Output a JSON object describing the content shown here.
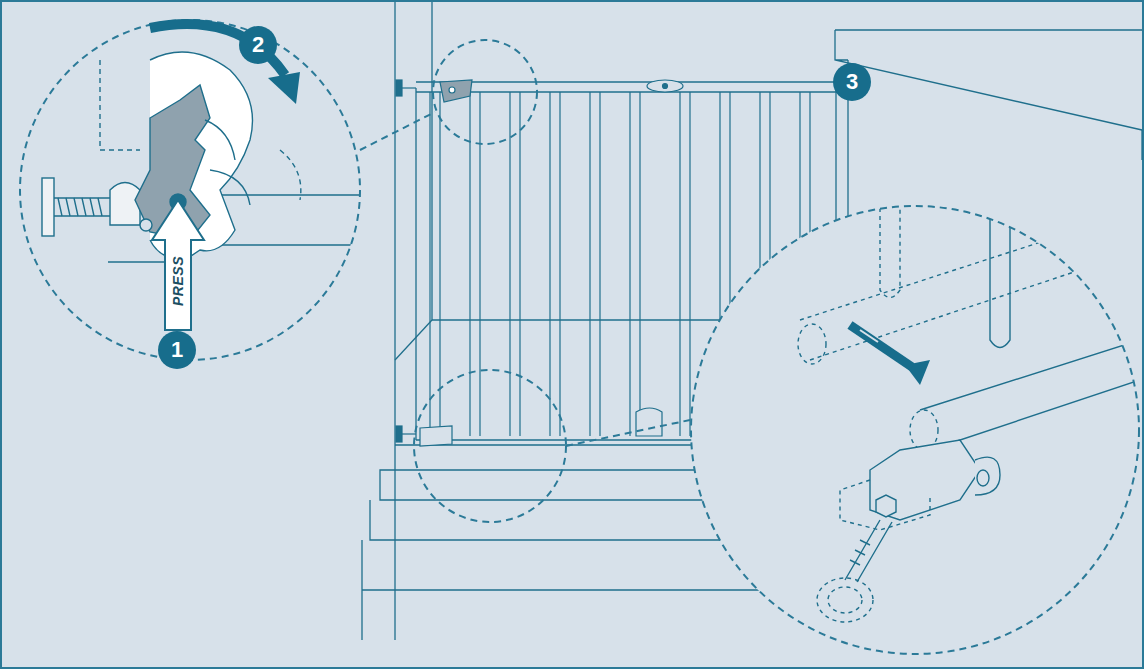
{
  "diagram": {
    "nodes": [
      {
        "text": [
          "2"
        ]
      },
      {
        "text": [
          "PRESS"
        ]
      },
      {
        "text": [
          "1"
        ]
      },
      {
        "text": [
          "3"
        ]
      }
    ]
  }
}
